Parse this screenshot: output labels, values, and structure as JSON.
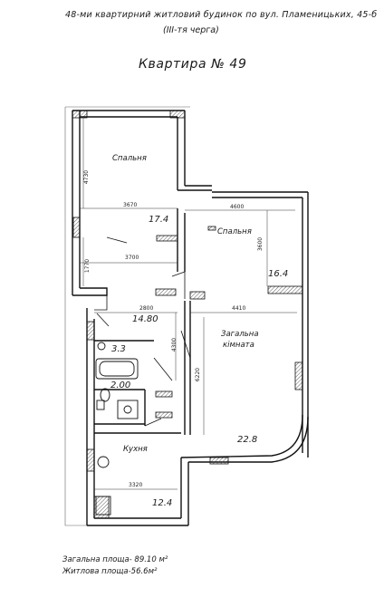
{
  "header": {
    "line1": "48-ми квартирний житловий будинок по вул. Пламеницьких, 45-б",
    "line2": "(ІІІ-тя черга)",
    "title": "Квартира № 49"
  },
  "rooms": {
    "bedroom1": {
      "label": "Спальня",
      "area": "17.4"
    },
    "bedroom2": {
      "label": "Спальня",
      "area": "16.4"
    },
    "living": {
      "label_line1": "Загальна",
      "label_line2": "кімната",
      "area": "22.8"
    },
    "hall": {
      "area": "14.80"
    },
    "bath": {
      "area": "3.3"
    },
    "wc": {
      "area": "2.00"
    },
    "kitchen": {
      "label": "Кухня",
      "area": "12.4"
    }
  },
  "dimensions": {
    "d4730": "4730",
    "d3670": "3670",
    "d4600": "4600",
    "d3600": "3600",
    "d3700": "3700",
    "d1770": "1770",
    "d2800": "2800",
    "d4410": "4410",
    "d4300": "4300",
    "d6220": "6220",
    "d3320": "3320"
  },
  "footer": {
    "total": "Загальна площа- 89.10 м²",
    "living": "Житлова площа-56.6м²"
  }
}
